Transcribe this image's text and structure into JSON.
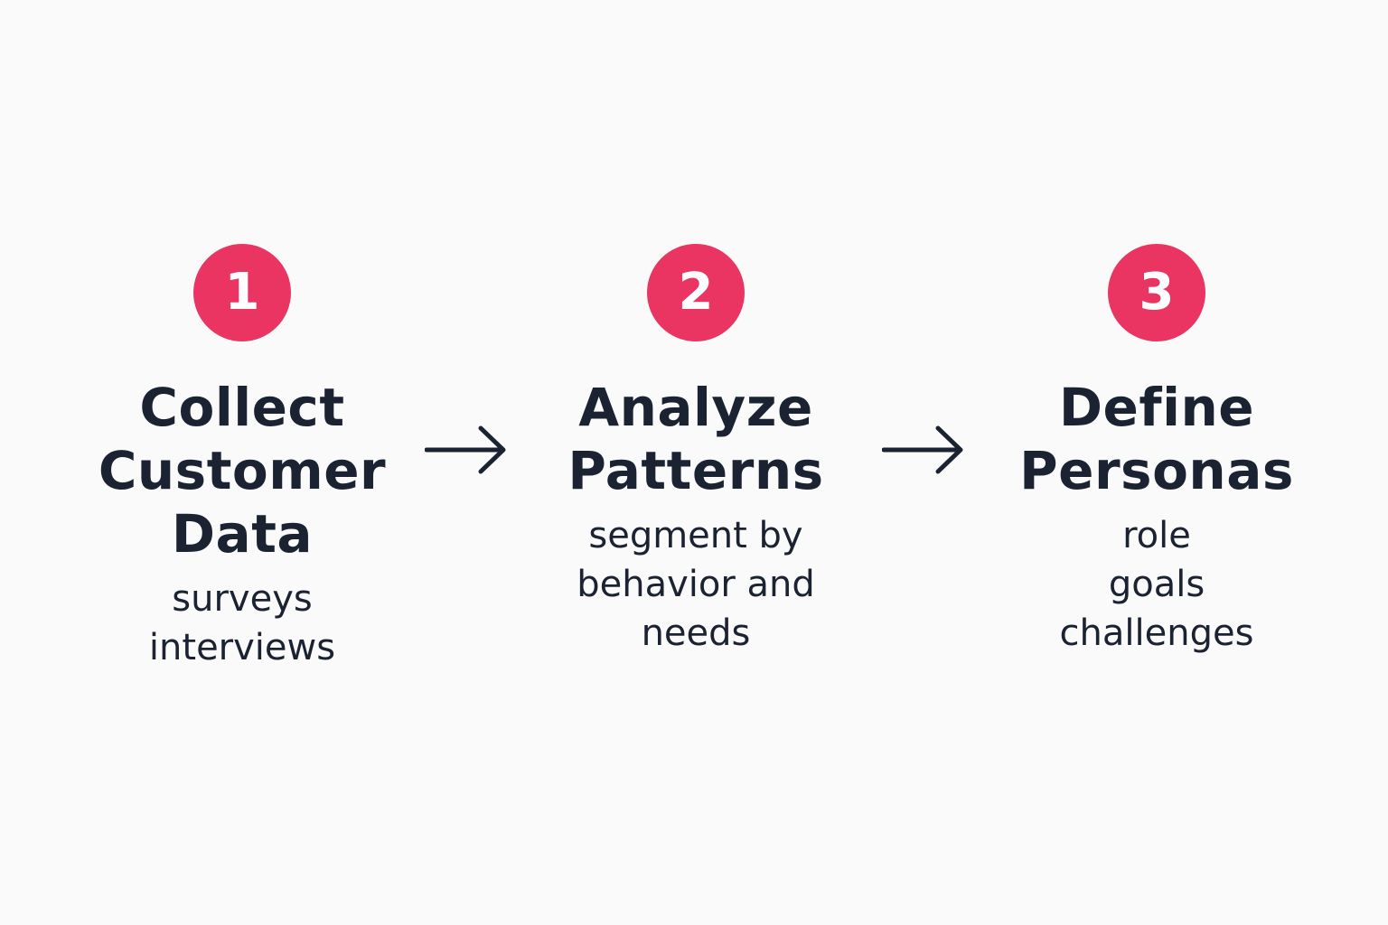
{
  "colors": {
    "background": "#fafafa",
    "badge": "#ea3562",
    "text": "#1b2332"
  },
  "steps": [
    {
      "number": "1",
      "title_lines": [
        "Collect",
        "Customer",
        "Data"
      ],
      "detail_lines": [
        "surveys",
        "interviews"
      ]
    },
    {
      "number": "2",
      "title_lines": [
        "Analyze",
        "Patterns"
      ],
      "detail_lines": [
        "segment by",
        "behavior and",
        "needs"
      ]
    },
    {
      "number": "3",
      "title_lines": [
        "Define",
        "Personas"
      ],
      "detail_lines": [
        "role",
        "goals",
        "challenges"
      ]
    }
  ],
  "connectors": [
    {
      "icon": "arrow-right-icon"
    },
    {
      "icon": "arrow-right-icon"
    }
  ]
}
